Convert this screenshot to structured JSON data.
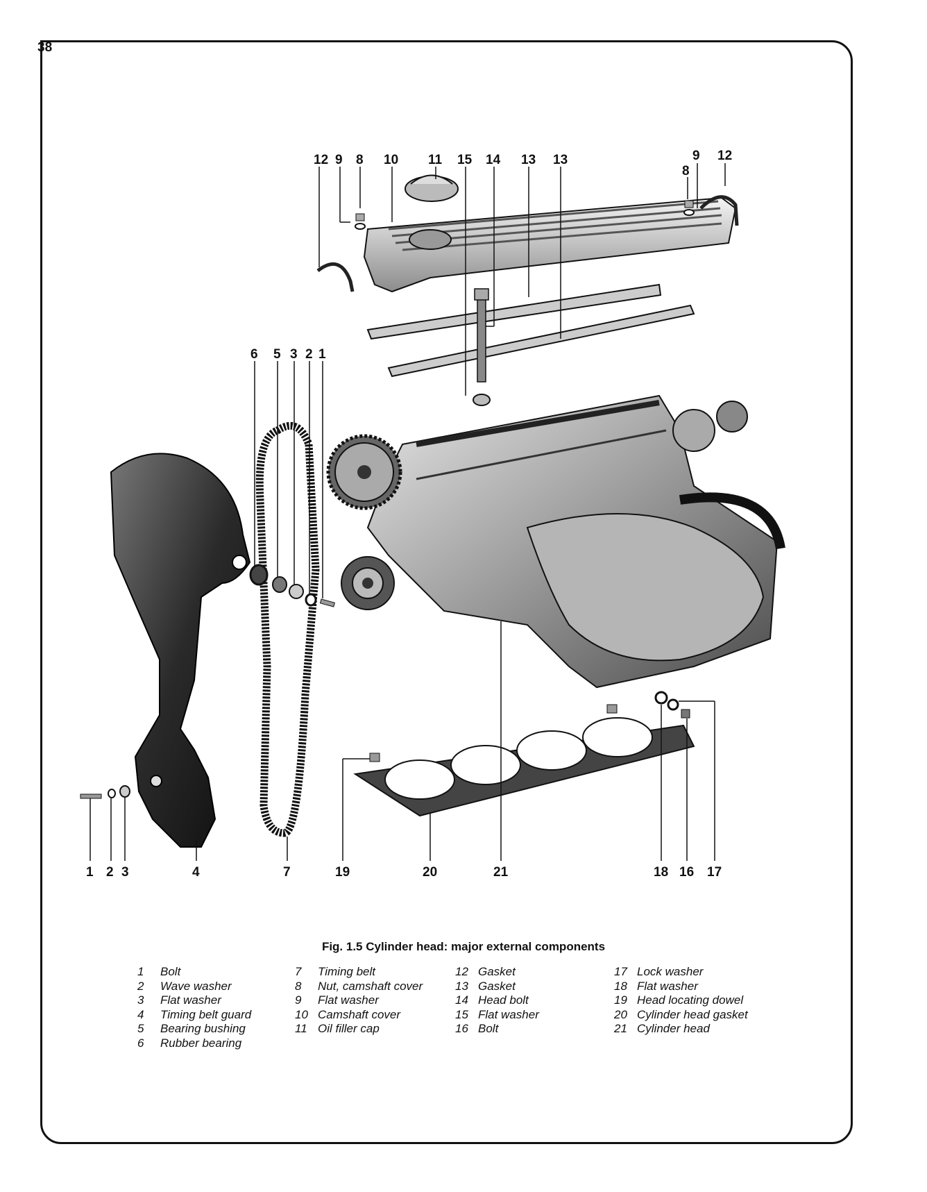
{
  "page": {
    "number": "38"
  },
  "figure": {
    "caption": "Fig. 1.5 Cylinder head: major external components",
    "callouts": [
      {
        "id": "c12a",
        "text": "12"
      },
      {
        "id": "c9a",
        "text": "9"
      },
      {
        "id": "c8a",
        "text": "8"
      },
      {
        "id": "c10",
        "text": "10"
      },
      {
        "id": "c11",
        "text": "11"
      },
      {
        "id": "c15",
        "text": "15"
      },
      {
        "id": "c14",
        "text": "14"
      },
      {
        "id": "c13a",
        "text": "13"
      },
      {
        "id": "c13b",
        "text": "13"
      },
      {
        "id": "c9b",
        "text": "9"
      },
      {
        "id": "c8b",
        "text": "8"
      },
      {
        "id": "c12b",
        "text": "12"
      },
      {
        "id": "c6",
        "text": "6"
      },
      {
        "id": "c5",
        "text": "5"
      },
      {
        "id": "c3a",
        "text": "3"
      },
      {
        "id": "c2a",
        "text": "2"
      },
      {
        "id": "c1a",
        "text": "1"
      },
      {
        "id": "c1b",
        "text": "1"
      },
      {
        "id": "c2b",
        "text": "2"
      },
      {
        "id": "c3b",
        "text": "3"
      },
      {
        "id": "c4",
        "text": "4"
      },
      {
        "id": "c7",
        "text": "7"
      },
      {
        "id": "c19",
        "text": "19"
      },
      {
        "id": "c20",
        "text": "20"
      },
      {
        "id": "c21",
        "text": "21"
      },
      {
        "id": "c18",
        "text": "18"
      },
      {
        "id": "c16",
        "text": "16"
      },
      {
        "id": "c17",
        "text": "17"
      }
    ]
  },
  "legend": [
    [
      {
        "num": "1",
        "label": "Bolt"
      },
      {
        "num": "2",
        "label": "Wave washer"
      },
      {
        "num": "3",
        "label": "Flat washer"
      },
      {
        "num": "4",
        "label": "Timing belt guard"
      },
      {
        "num": "5",
        "label": "Bearing bushing"
      },
      {
        "num": "6",
        "label": "Rubber bearing"
      }
    ],
    [
      {
        "num": "7",
        "label": "Timing belt"
      },
      {
        "num": "8",
        "label": "Nut, camshaft cover"
      },
      {
        "num": "9",
        "label": "Flat washer"
      },
      {
        "num": "10",
        "label": "Camshaft cover"
      },
      {
        "num": "11",
        "label": "Oil filler cap"
      }
    ],
    [
      {
        "num": "12",
        "label": "Gasket"
      },
      {
        "num": "13",
        "label": "Gasket"
      },
      {
        "num": "14",
        "label": "Head bolt"
      },
      {
        "num": "15",
        "label": "Flat washer"
      },
      {
        "num": "16",
        "label": "Bolt"
      }
    ],
    [
      {
        "num": "17",
        "label": "Lock washer"
      },
      {
        "num": "18",
        "label": "Flat washer"
      },
      {
        "num": "19",
        "label": "Head locating dowel"
      },
      {
        "num": "20",
        "label": "Cylinder head gasket"
      },
      {
        "num": "21",
        "label": "Cylinder head"
      }
    ]
  ]
}
